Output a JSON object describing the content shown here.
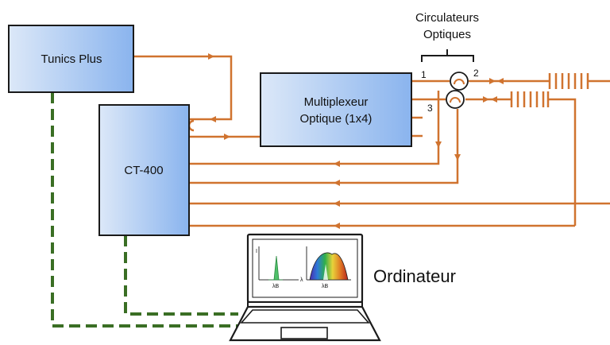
{
  "colors": {
    "fiber": "#d0732f",
    "dashed": "#3a6e24",
    "box_light": "#dce8f8",
    "box_dark": "#8ab4ee",
    "box_border": "#1a1a1a"
  },
  "boxes": {
    "tunics": "Tunics Plus",
    "ct400": "CT-400",
    "mux_line1": "Multiplexeur",
    "mux_line2": "Optique (1x4)"
  },
  "circulators": {
    "title_line1": "Circulateurs",
    "title_line2": "Optiques",
    "port1": "1",
    "port2": "2",
    "port3": "3"
  },
  "computer": {
    "label": "Ordinateur",
    "icon": "laptop-icon",
    "axis_y": "I",
    "axis_x": "λ",
    "peak_label": "λB"
  }
}
